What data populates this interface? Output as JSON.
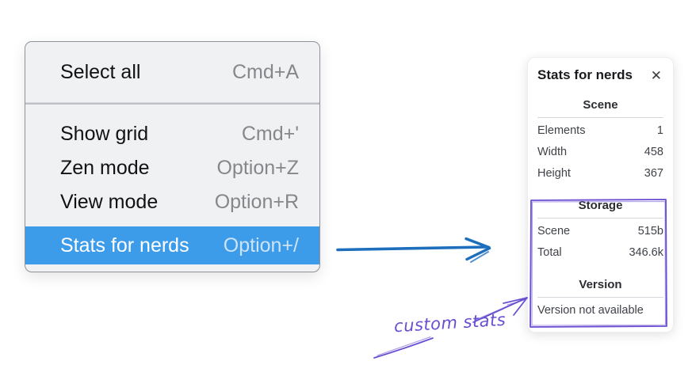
{
  "menu": {
    "highlight_color": "#3d9ce9",
    "sections": [
      {
        "items": [
          {
            "label": "Select all",
            "shortcut": "Cmd+A"
          }
        ]
      },
      {
        "items": [
          {
            "label": "Show grid",
            "shortcut": "Cmd+'"
          },
          {
            "label": "Zen mode",
            "shortcut": "Option+Z"
          },
          {
            "label": "View mode",
            "shortcut": "Option+R"
          },
          {
            "label": "Stats for nerds",
            "shortcut": "Option+/"
          }
        ]
      }
    ]
  },
  "stats_panel": {
    "title": "Stats for nerds",
    "close_icon": "✕",
    "sections": [
      {
        "heading": "Scene",
        "rows": [
          {
            "label": "Elements",
            "value": "1"
          },
          {
            "label": "Width",
            "value": "458"
          },
          {
            "label": "Height",
            "value": "367"
          }
        ]
      },
      {
        "heading": "Storage",
        "rows": [
          {
            "label": "Scene",
            "value": "515b"
          },
          {
            "label": "Total",
            "value": "346.6k"
          }
        ]
      },
      {
        "heading": "Version",
        "note": "Version not available"
      }
    ]
  },
  "annotation": {
    "label": "custom stats",
    "color": "#6a4ed2"
  },
  "arrow_color": "#1d6ebd"
}
